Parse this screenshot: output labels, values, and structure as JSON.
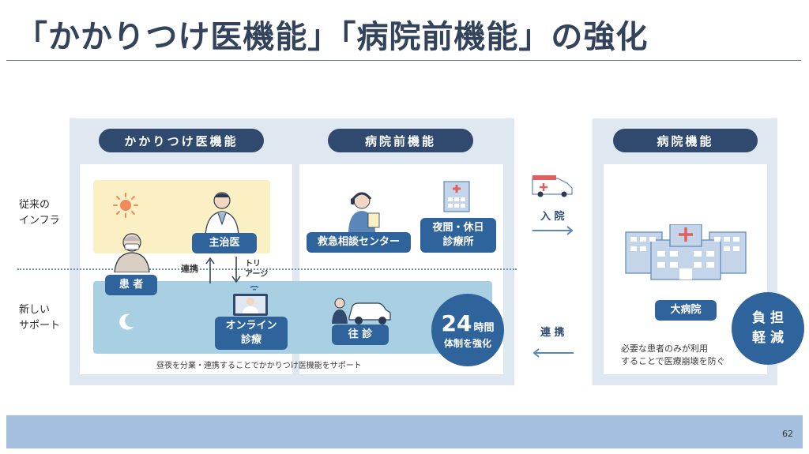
{
  "title": "「かかりつけ医機能」「病院前機能」の強化",
  "headers": {
    "primary_care": "かかりつけ医機能",
    "prehospital": "病院前機能",
    "hospital": "病院機能"
  },
  "side_labels": {
    "conventional": "従来の\nインフラ",
    "new_support": "新しい\nサポート"
  },
  "labels": {
    "attending_doctor": "主治医",
    "patient": "患 者",
    "cooperation_small": "連携",
    "triage": "トリ\nアージ",
    "online_line1": "オンライン",
    "online_line2": "診療",
    "home_visit": "往 診",
    "emergency_consult": "救急相談センター",
    "night_clinic_line1": "夜間・休日",
    "night_clinic_line2": "診療所",
    "big_hospital": "大病院",
    "admission": "入 院",
    "cooperation": "連 携"
  },
  "support_caption": "昼夜を分業・連携することでかかりつけ医機能をサポート",
  "badge_24h": {
    "number": "24",
    "unit": "時間",
    "line2": "体制を強化"
  },
  "hospital_caption": "必要な患者のみが利用\nすることで医療崩壊を防ぐ",
  "burden_badge": {
    "line1": "負 担",
    "line2": "軽 減"
  },
  "page_number": "62",
  "colors": {
    "navy_pill": "#2f4a6e",
    "blue_button": "#2f639c",
    "panel_bg": "#dfe7f1",
    "day_bg": "#fbefc4",
    "night_bg": "#a9d0e2",
    "footer": "#a5bfde"
  }
}
